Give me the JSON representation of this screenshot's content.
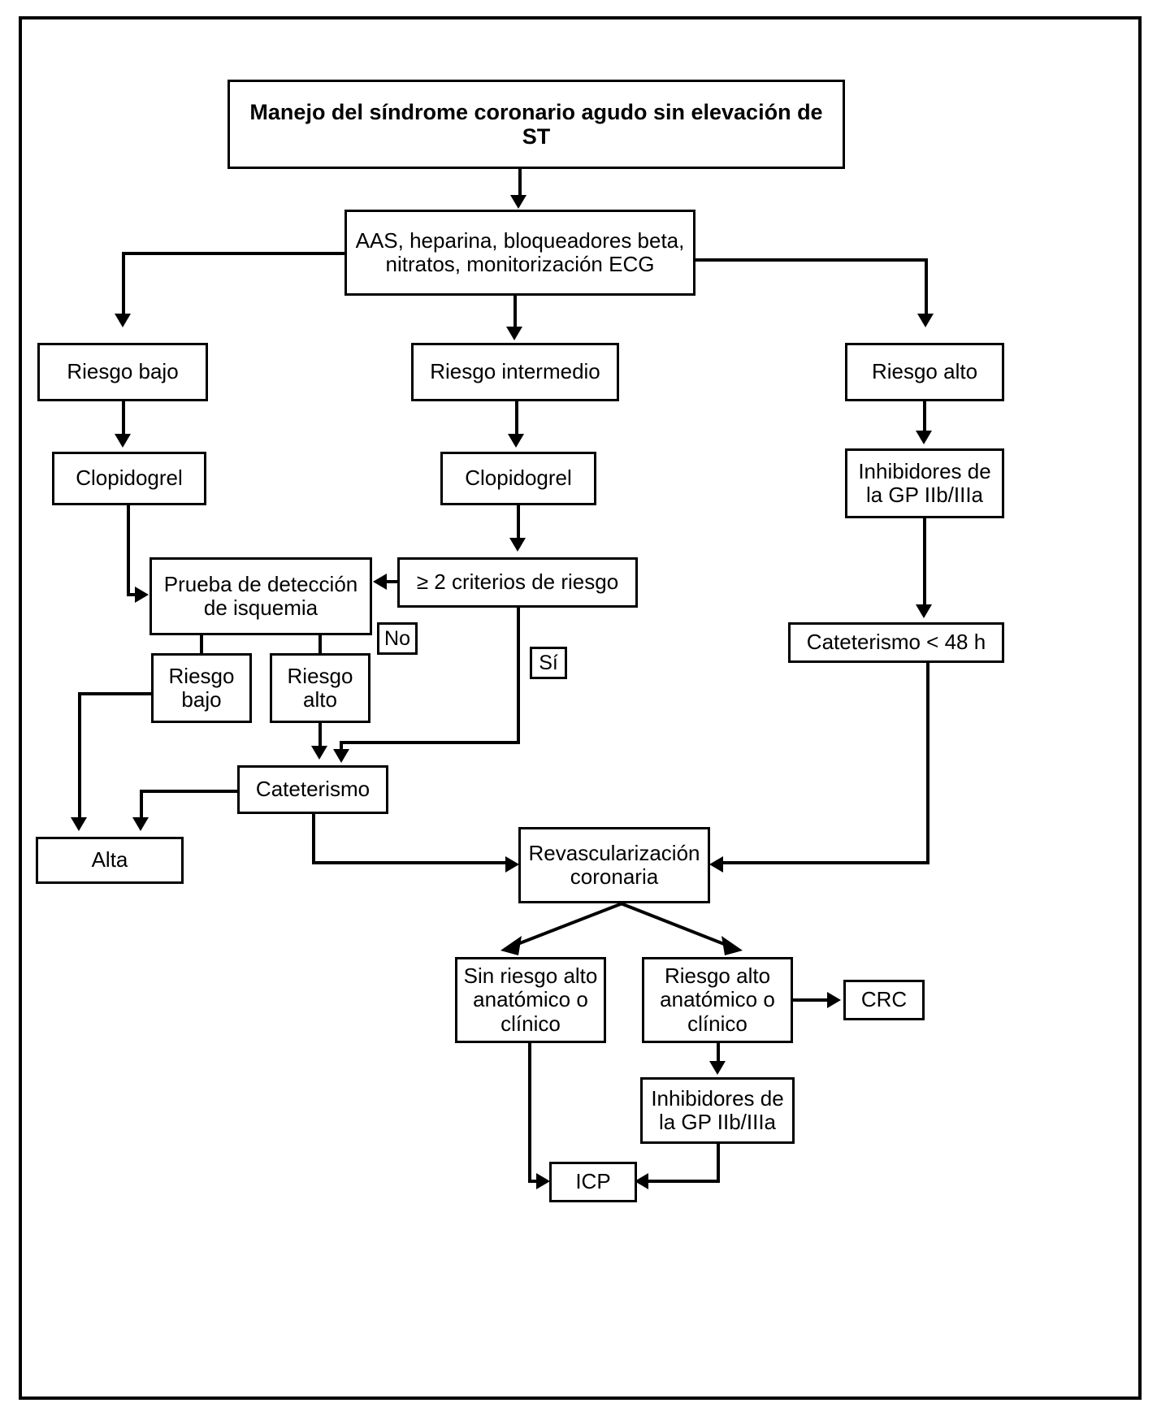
{
  "chart_data": {
    "type": "diagram",
    "title": "Manejo del síndrome coronario agudo sin elevación de ST",
    "language": "es",
    "nodes": [
      {
        "id": "title",
        "label": "Manejo del síndrome coronario agudo sin elevación de ST"
      },
      {
        "id": "initial",
        "label": "AAS, heparina, bloqueadores beta, nitratos, monitorización ECG"
      },
      {
        "id": "riesgo_bajo",
        "label": "Riesgo bajo"
      },
      {
        "id": "riesgo_inter",
        "label": "Riesgo intermedio"
      },
      {
        "id": "riesgo_alto",
        "label": "Riesgo alto"
      },
      {
        "id": "clopi_bajo",
        "label": "Clopidogrel"
      },
      {
        "id": "clopi_inter",
        "label": "Clopidogrel"
      },
      {
        "id": "gp_alto",
        "label": "Inhibidores de la GP IIb/IIIa"
      },
      {
        "id": "prueba",
        "label": "Prueba de detección de isquemia"
      },
      {
        "id": "criterios",
        "label": "≥ 2 criterios de riesgo"
      },
      {
        "id": "cat48",
        "label": "Cateterismo < 48 h"
      },
      {
        "id": "no_label",
        "label": "No"
      },
      {
        "id": "si_label",
        "label": "Sí"
      },
      {
        "id": "res_bajo",
        "label": "Riesgo bajo"
      },
      {
        "id": "res_alto",
        "label": "Riesgo alto"
      },
      {
        "id": "cateterismo",
        "label": "Cateterismo"
      },
      {
        "id": "alta",
        "label": "Alta"
      },
      {
        "id": "revasc",
        "label": "Revascularización coronaria"
      },
      {
        "id": "sin_riesgo",
        "label": "Sin riesgo alto anatómico o clínico"
      },
      {
        "id": "con_riesgo",
        "label": "Riesgo alto anatómico o clínico"
      },
      {
        "id": "crc",
        "label": "CRC"
      },
      {
        "id": "gp_icp",
        "label": "Inhibidores de la GP IIb/IIIa"
      },
      {
        "id": "icp",
        "label": "ICP"
      }
    ],
    "edges": [
      {
        "from": "title",
        "to": "initial"
      },
      {
        "from": "initial",
        "to": "riesgo_bajo"
      },
      {
        "from": "initial",
        "to": "riesgo_inter"
      },
      {
        "from": "initial",
        "to": "riesgo_alto"
      },
      {
        "from": "riesgo_bajo",
        "to": "clopi_bajo"
      },
      {
        "from": "riesgo_inter",
        "to": "clopi_inter"
      },
      {
        "from": "riesgo_alto",
        "to": "gp_alto"
      },
      {
        "from": "clopi_bajo",
        "to": "prueba"
      },
      {
        "from": "clopi_inter",
        "to": "criterios"
      },
      {
        "from": "criterios",
        "to": "prueba",
        "label": "No"
      },
      {
        "from": "criterios",
        "to": "cateterismo",
        "label": "Sí"
      },
      {
        "from": "gp_alto",
        "to": "cat48"
      },
      {
        "from": "prueba",
        "to": "res_bajo"
      },
      {
        "from": "prueba",
        "to": "res_alto"
      },
      {
        "from": "res_bajo",
        "to": "alta"
      },
      {
        "from": "res_alto",
        "to": "cateterismo"
      },
      {
        "from": "cateterismo",
        "to": "alta"
      },
      {
        "from": "cateterismo",
        "to": "revasc"
      },
      {
        "from": "cat48",
        "to": "revasc"
      },
      {
        "from": "revasc",
        "to": "sin_riesgo"
      },
      {
        "from": "revasc",
        "to": "con_riesgo"
      },
      {
        "from": "con_riesgo",
        "to": "crc"
      },
      {
        "from": "con_riesgo",
        "to": "gp_icp"
      },
      {
        "from": "sin_riesgo",
        "to": "icp"
      },
      {
        "from": "gp_icp",
        "to": "icp"
      }
    ]
  },
  "diagram": {
    "title": "Manejo del síndrome coronario agudo sin elevación de ST",
    "initial_line1": "AAS, heparina, bloqueadores beta,",
    "initial_line2": "nitratos, monitorización ECG",
    "riesgo_bajo": "Riesgo bajo",
    "riesgo_intermedio": "Riesgo intermedio",
    "riesgo_alto": "Riesgo alto",
    "clopidogrel_bajo": "Clopidogrel",
    "clopidogrel_intermedio": "Clopidogrel",
    "gp_alto_line1": "Inhibidores de",
    "gp_alto_line2": "la GP IIb/IIIa",
    "prueba_line1": "Prueba de detección",
    "prueba_line2": "de isquemia",
    "criterios": "≥ 2 criterios de riesgo",
    "cateterismo_48": "Cateterismo < 48 h",
    "label_no": "No",
    "label_si": "Sí",
    "res_bajo_line1": "Riesgo",
    "res_bajo_line2": "bajo",
    "res_alto_line1": "Riesgo",
    "res_alto_line2": "alto",
    "cateterismo": "Cateterismo",
    "alta": "Alta",
    "revasc_line1": "Revascularización",
    "revasc_line2": "coronaria",
    "sin_riesgo_line1": "Sin riesgo alto",
    "sin_riesgo_line2": "anatómico o",
    "sin_riesgo_line3": "clínico",
    "con_riesgo_line1": "Riesgo alto",
    "con_riesgo_line2": "anatómico o",
    "con_riesgo_line3": "clínico",
    "crc": "CRC",
    "gp_icp_line1": "Inhibidores de",
    "gp_icp_line2": "la GP IIb/IIIa",
    "icp": "ICP"
  },
  "colors": {
    "line": "#000000",
    "background": "#ffffff",
    "text": "#000000"
  }
}
